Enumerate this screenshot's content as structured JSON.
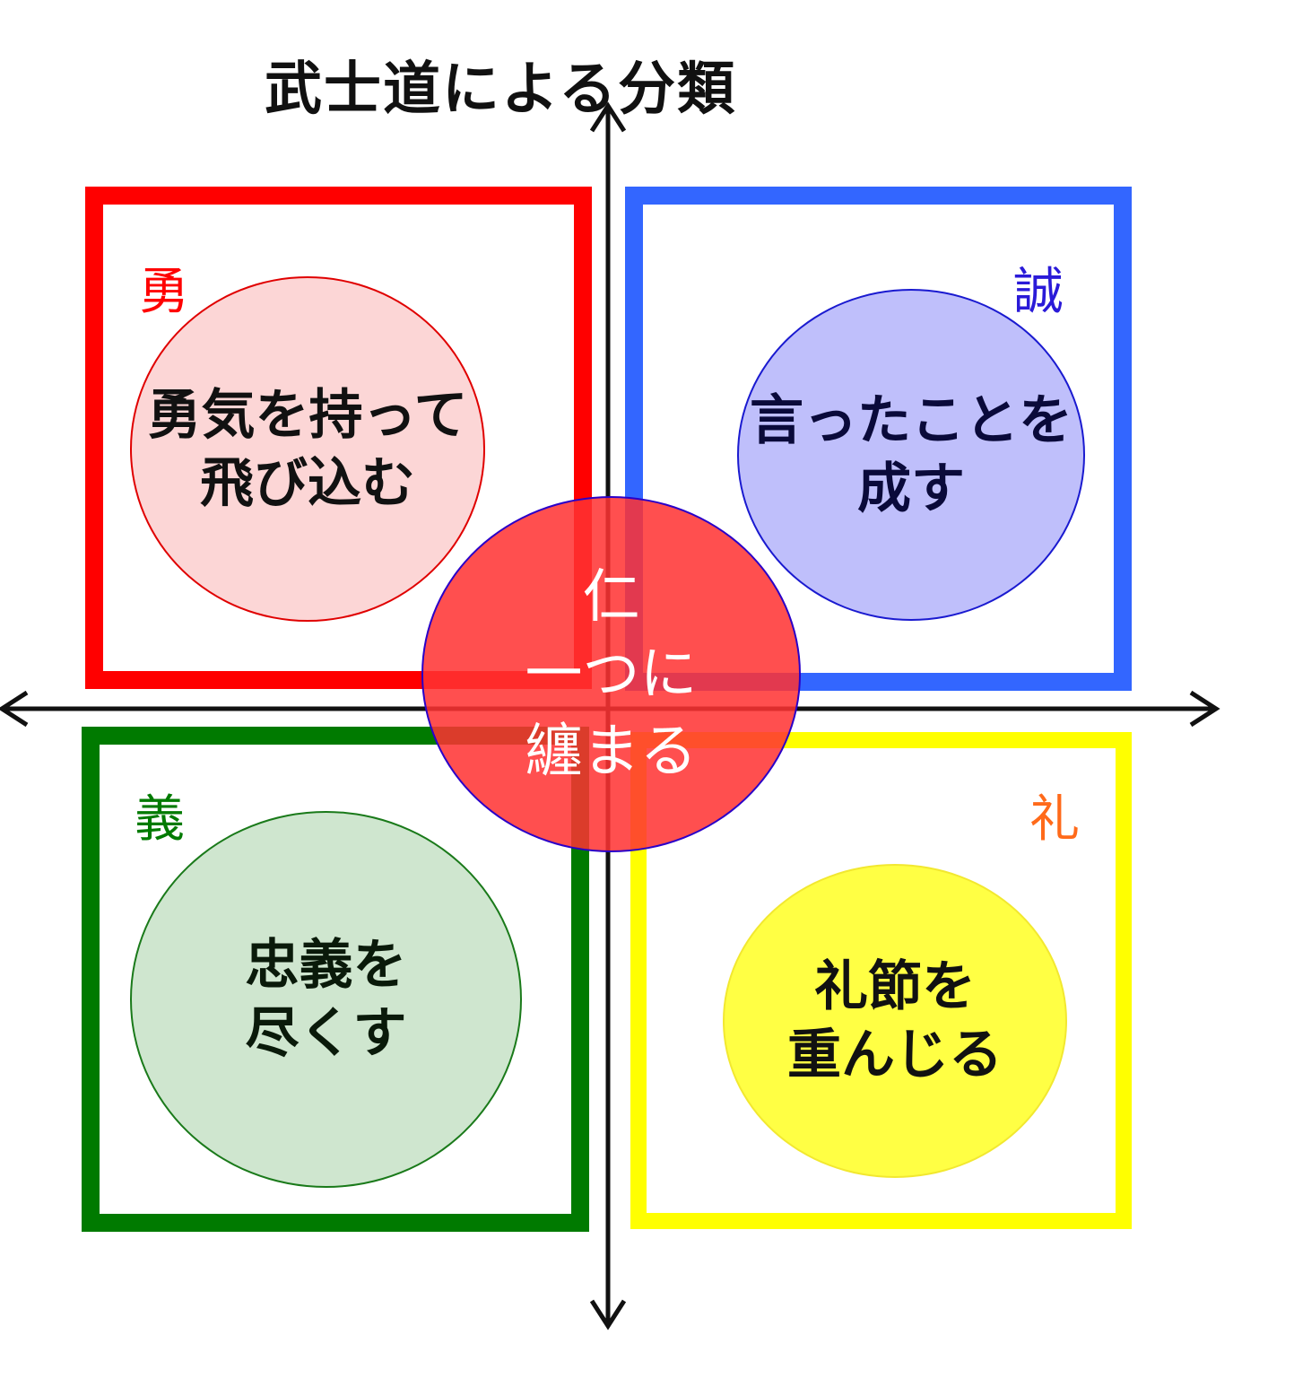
{
  "title": "武士道による分類",
  "colors": {
    "yu": "#ff0000",
    "sei": "#3366ff",
    "gi": "#007a00",
    "rei_box": "#ffff00",
    "rei_label": "#ff6a1a",
    "jin_fill": "#ff3b3b",
    "jin_border": "#2a00c8"
  },
  "quadrants": {
    "top_left": {
      "label": "勇",
      "line1": "勇気を持って",
      "line2": "飛び込む"
    },
    "top_right": {
      "label": "誠",
      "line1": "言ったことを",
      "line2": "成す"
    },
    "bottom_left": {
      "label": "義",
      "line1": "忠義を",
      "line2": "尽くす"
    },
    "bottom_right": {
      "label": "礼",
      "line1": "礼節を",
      "line2": "重んじる"
    }
  },
  "center": {
    "line1": "仁",
    "line2": "一つに",
    "line3": "纏まる"
  }
}
